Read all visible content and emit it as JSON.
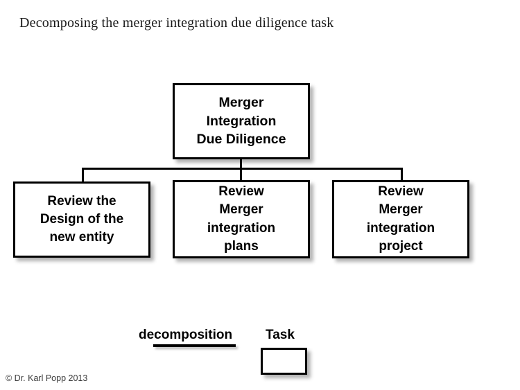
{
  "title": "Decomposing the merger integration due diligence task",
  "diagram": {
    "type": "tree",
    "root": {
      "label": "Merger\nIntegration\nDue Diligence"
    },
    "children": [
      {
        "label": "Review the\nDesign of the\nnew entity"
      },
      {
        "label": "Review\nMerger\nintegration\nplans"
      },
      {
        "label": "Review\nMerger\nintegration\nproject"
      }
    ],
    "connector_type": "decomposition"
  },
  "legend": {
    "decomposition_label": "decomposition",
    "task_label": "Task"
  },
  "footer": {
    "copyright": "© Dr. Karl Popp 2013"
  },
  "colors": {
    "background": "#ffffff",
    "stroke": "#000000",
    "text": "#000000",
    "title_text": "#1a1a1a",
    "footer_text": "#3a3a3a"
  }
}
